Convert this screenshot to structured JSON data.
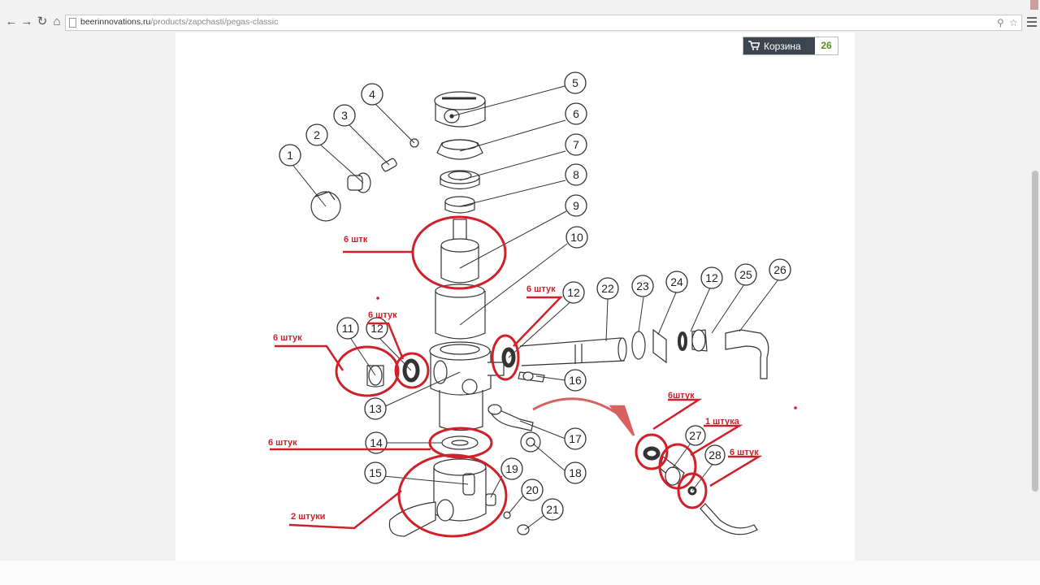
{
  "browser": {
    "url_domain": "beerinnovations.ru",
    "url_path": "/products/zapchasti/pegas-classic"
  },
  "cart": {
    "label": "Корзина",
    "count": "26"
  },
  "diagram": {
    "part_numbers": [
      "1",
      "2",
      "3",
      "4",
      "5",
      "6",
      "7",
      "8",
      "9",
      "10",
      "11",
      "12",
      "13",
      "14",
      "15",
      "16",
      "17",
      "18",
      "19",
      "20",
      "21",
      "22",
      "23",
      "24",
      "12",
      "25",
      "26",
      "12",
      "27",
      "28"
    ],
    "annotations": [
      "6 штк",
      "6 штук",
      "6 штук",
      "6 штук",
      "6 штук",
      "2 штуки",
      "6штук",
      "1 штука",
      "6 штук"
    ]
  }
}
